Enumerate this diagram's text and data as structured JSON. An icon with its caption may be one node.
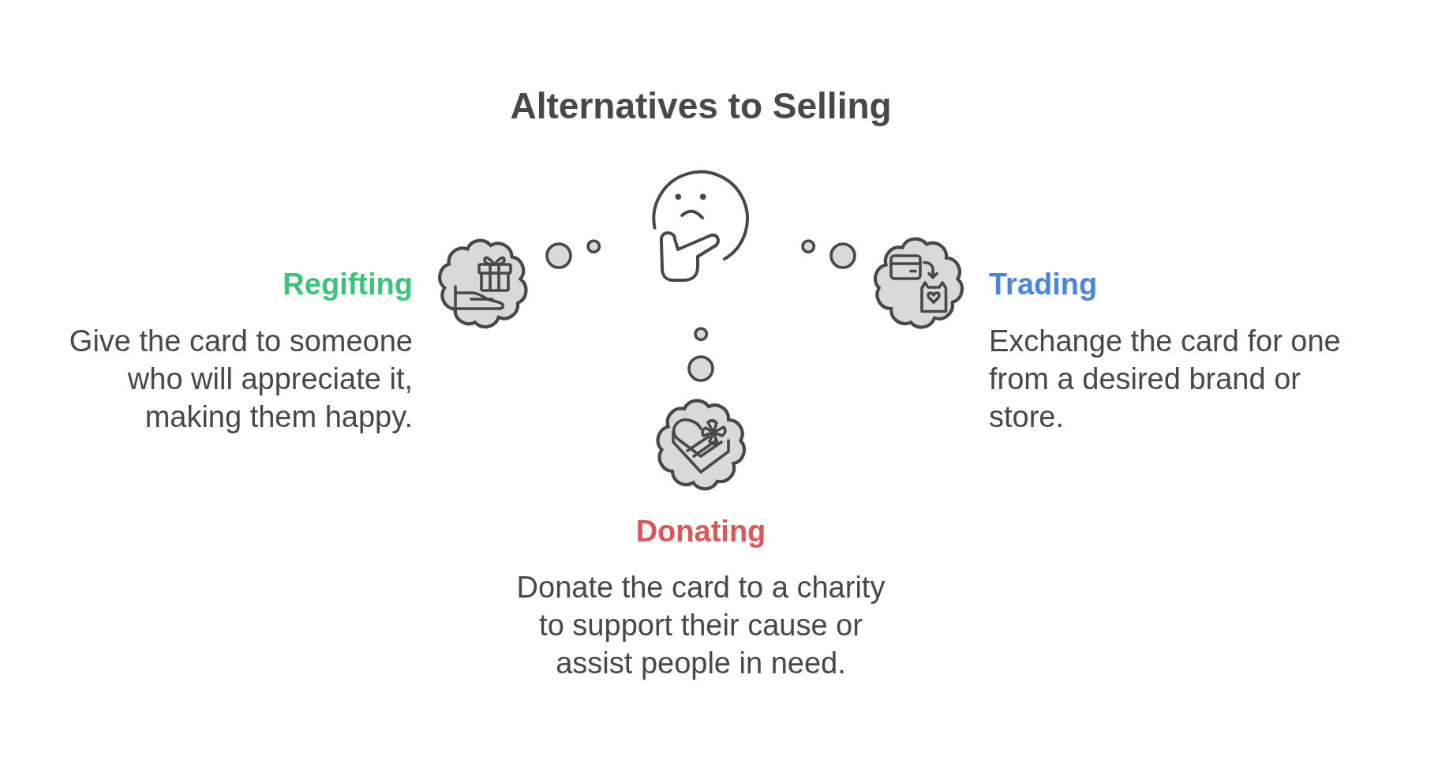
{
  "diagram": {
    "title": "Alternatives to Selling",
    "nodes": [
      {
        "text": [
          "Regifting",
          "Give the card to someone who will appreciate it, making them happy."
        ]
      },
      {
        "text": [
          "Trading",
          "Exchange the card for one from a desired brand or store."
        ]
      },
      {
        "text": [
          "Donating",
          "Donate the card to a charity to support their cause or assist people in need."
        ]
      }
    ]
  }
}
